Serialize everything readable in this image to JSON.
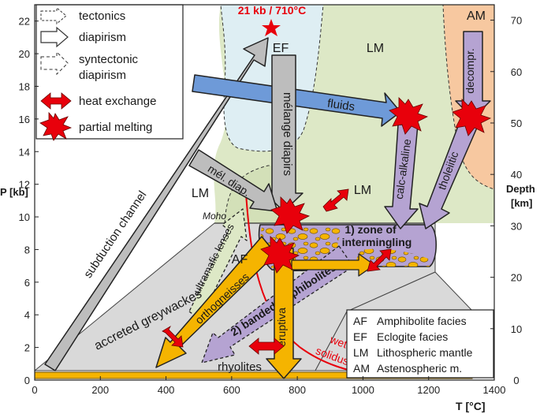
{
  "axes": {
    "x_label": "T [°C]",
    "y_label": "P [kb]",
    "y2_label_1": "Depth",
    "y2_label_2": "[km]",
    "x_ticks": [
      "0",
      "200",
      "400",
      "600",
      "800",
      "1000",
      "1200",
      "1400"
    ],
    "y_ticks": [
      "0",
      "2",
      "4",
      "6",
      "8",
      "10",
      "12",
      "14",
      "16",
      "18",
      "20",
      "22"
    ],
    "y2_ticks": [
      "0",
      "10",
      "20",
      "30",
      "40",
      "50",
      "60",
      "70"
    ],
    "x_range": [
      0,
      1400
    ],
    "y_range": [
      0,
      23
    ],
    "depth_range": [
      0,
      73
    ]
  },
  "legend": {
    "tectonics": "tectonics",
    "diapirism": "diapirism",
    "syntectonic_1": "syntectonic",
    "syntectonic_2": "diapirism",
    "heat_exchange": "heat exchange",
    "partial_melting": "partial melting"
  },
  "peak": {
    "label": "21 kb / 710°C",
    "T": 710,
    "P": 21
  },
  "regions": {
    "ef": "EF",
    "lm_top": "LM",
    "am": "AM",
    "lm_left": "LM",
    "lm_center": "LM",
    "af": "AF",
    "moho": "Moho"
  },
  "arrows": {
    "subduction": "subduction channel",
    "melange": "mélange diapirs",
    "mel_diap": "mél. diap.",
    "fluids": "fluids",
    "decompr": "decompr.",
    "calc_alkaline": "calc-alkaline",
    "tholeiitic": "tholeiitic",
    "ultramafic": "ultramafic lenses",
    "orthogneisses": "orthogneisses",
    "banded": "2) banded amphibolites",
    "eruptiva": "eruptiva"
  },
  "zone": {
    "line1": "1) zone of",
    "line2": "intermingling"
  },
  "labels": {
    "greywackes": "accreted greywackes",
    "rhyolites": "rhyolites",
    "wet": "wet",
    "solidus": "solidus"
  },
  "abbrev_legend": [
    {
      "code": "AF",
      "text": "Amphibolite facies"
    },
    {
      "code": "EF",
      "text": "Eclogite facies"
    },
    {
      "code": "LM",
      "text": "Lithospheric mantle"
    },
    {
      "code": "AM",
      "text": "Astenospheric m."
    }
  ],
  "colors": {
    "ef_fill": "#deeef3",
    "lm_fill": "#dde8c6",
    "am_fill": "#f7c8a0",
    "crust_fill": "#d9d9d9",
    "orange": "#f5b400",
    "purple": "#b5a3d2",
    "blue": "#6e9ad8",
    "gray_arrow": "#bdbdbd",
    "red": "#e8000b"
  }
}
